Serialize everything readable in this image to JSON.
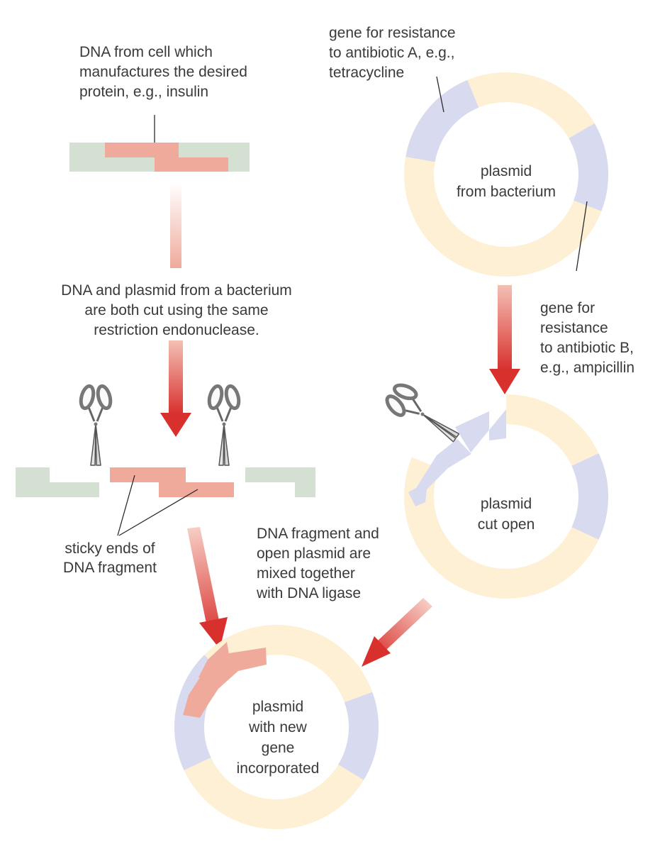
{
  "colors": {
    "dna_desired_gene": "#efaa9c",
    "dna_flank": "#d3e0d2",
    "resistance_gene": "#d8daf0",
    "plasmid_body": "#fdf0d4",
    "arrow": "#d8302d",
    "leader_line": "#2a2a2a"
  },
  "labels": {
    "dna_source": [
      "DNA from cell which",
      "manufactures the desired",
      "protein, e.g., insulin"
    ],
    "gene_a": [
      "gene for resistance",
      "to antibiotic A, e.g.,",
      "tetracycline"
    ],
    "plasmid_bacterium": [
      "plasmid",
      "from bacterium"
    ],
    "cut_step": [
      "DNA and plasmid from a bacterium",
      "are both cut using the same",
      "restriction endonuclease."
    ],
    "gene_b": [
      "gene for",
      "resistance",
      "to antibiotic B,",
      "e.g., ampicillin"
    ],
    "sticky_ends": [
      "sticky ends of",
      "DNA fragment"
    ],
    "mix_step": [
      "DNA fragment and",
      "open plasmid are",
      "mixed together",
      "with DNA ligase"
    ],
    "plasmid_cut": [
      "plasmid",
      "cut open"
    ],
    "plasmid_recombinant": [
      "plasmid",
      "with new",
      "gene",
      "incorporated"
    ]
  },
  "icons": [
    "scissors-icon",
    "scissors-icon",
    "scissors-icon"
  ]
}
